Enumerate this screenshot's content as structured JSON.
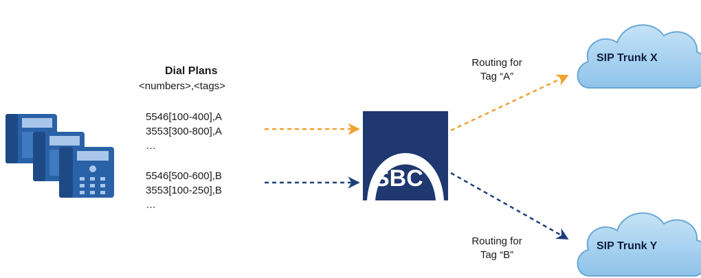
{
  "dial_plans": {
    "title": "Dial Plans",
    "subtitle": "<numbers>,<tags>",
    "group_a": [
      "5546[100-400],A",
      "3553[300-800],A",
      "…"
    ],
    "group_b": [
      "5546[500-600],B",
      "3553[100-250],B",
      "…"
    ]
  },
  "sbc": {
    "label": "SBC"
  },
  "routes": {
    "a": {
      "line1": "Routing for",
      "line2": "Tag “A”",
      "color": "#f0a030"
    },
    "b": {
      "line1": "Routing for",
      "line2": "Tag “B”",
      "color": "#1f3f7a"
    }
  },
  "trunks": {
    "x": {
      "label": "SIP Trunk X"
    },
    "y": {
      "label": "SIP Trunk Y"
    }
  },
  "colors": {
    "phone_blue": "#2a62a8",
    "sbc_navy": "#1f3870",
    "cloud_fill": "#aad2ef",
    "cloud_stroke": "#6aa7d4"
  },
  "icons": {
    "phones": "ip-phone-stack-icon",
    "sbc": "sbc-device-icon",
    "cloud": "cloud-icon"
  }
}
